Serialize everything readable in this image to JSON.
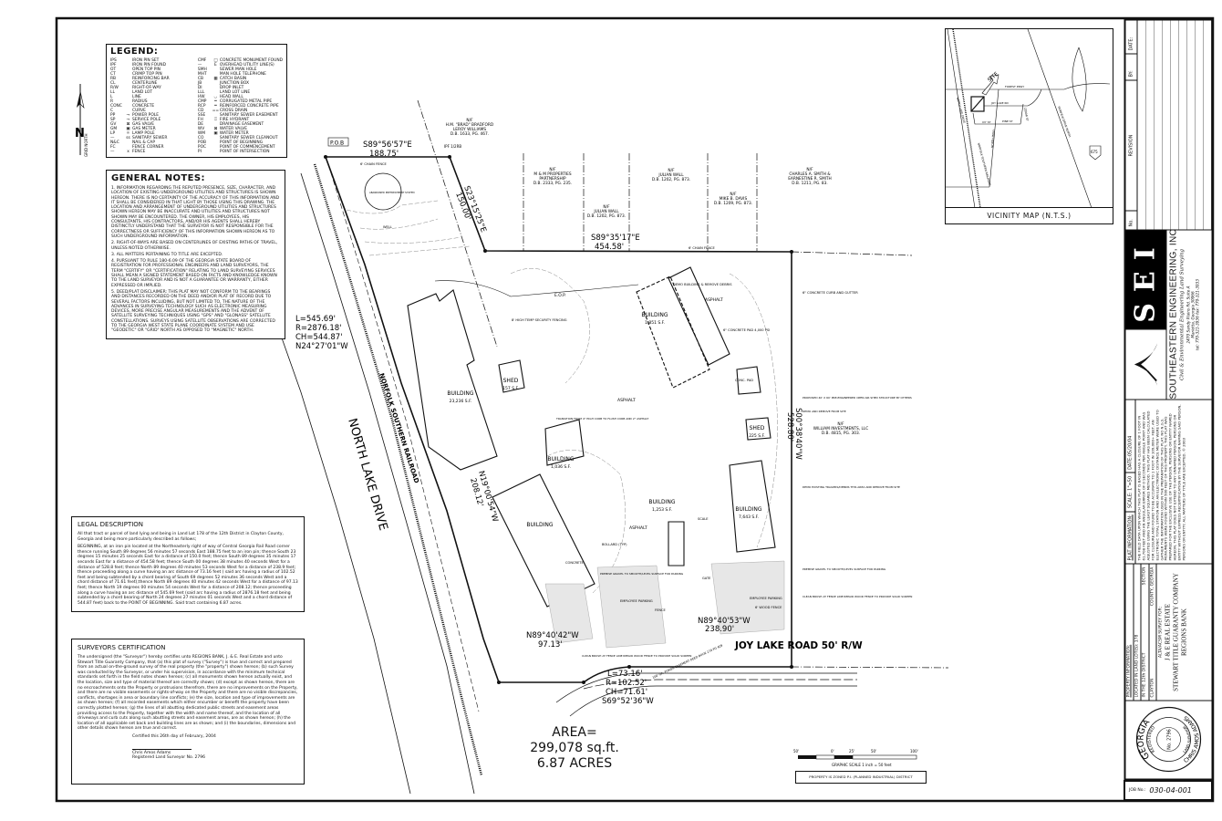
{
  "legend": {
    "title": "LEGEND:",
    "left": [
      [
        "IPS",
        "",
        "IRON PIN SET"
      ],
      [
        "IPF",
        "",
        "IRON PIN FOUND"
      ],
      [
        "OT",
        "",
        "OPEN TOP PIN"
      ],
      [
        "CT",
        "",
        "CRIMP TOP PIN"
      ],
      [
        "RB",
        "",
        "REINFORCING BAR"
      ],
      [
        "CL",
        "",
        "CENTERLINE"
      ],
      [
        "R/W",
        "",
        "RIGHT-OF-WAY"
      ],
      [
        "LL",
        "",
        "LAND LOT"
      ],
      [
        "L",
        "",
        "LINE"
      ],
      [
        "R",
        "",
        "RADIUS"
      ],
      [
        "CONC",
        "",
        "CONCRETE"
      ],
      [
        "C",
        "",
        "CURVE"
      ],
      [
        "PP",
        "⊸",
        "POWER POLE"
      ],
      [
        "SP",
        "⊸",
        "SERVICE POLE"
      ],
      [
        "GV",
        "⊠",
        "GAS VALVE"
      ],
      [
        "GM",
        "▣",
        "GAS METER"
      ],
      [
        "LP",
        "☼",
        "LAMP POLE"
      ],
      [
        "—",
        "ss",
        "SANITARY SEWER"
      ],
      [
        "N&C",
        "",
        "NAIL & CAP"
      ],
      [
        "FC",
        "",
        "FENCE CORNER"
      ],
      [
        "—",
        "x",
        "FENCE"
      ]
    ],
    "right": [
      [
        "CMF",
        "□",
        "CONCRETE MONUMENT FOUND"
      ],
      [
        "—",
        "E",
        "OVERHEAD UTILITY LINE(S)"
      ],
      [
        "SMH",
        "",
        "SEWER MAN HOLE"
      ],
      [
        "MHT",
        "",
        "MAN HOLE TELEPHONE"
      ],
      [
        "CB",
        "▦",
        "CATCH BASIN"
      ],
      [
        "JB",
        "",
        "JUNCTION BOX"
      ],
      [
        "DI",
        "",
        "DROP INLET"
      ],
      [
        "LLL",
        "",
        "LAND LOT LINE"
      ],
      [
        "HW",
        "◡",
        "HEAD WALL"
      ],
      [
        "CMP",
        "═",
        "CORRUGATED METAL PIPE"
      ],
      [
        "RCP",
        "═",
        "REINFORCED CONCRETE PIPE"
      ],
      [
        "CD",
        "==",
        "CROSS DRAIN"
      ],
      [
        "SSE",
        "",
        "SANITARY SEWER EASEMENT"
      ],
      [
        "FH",
        "♖",
        "FIRE HYDRANT"
      ],
      [
        "DE",
        "",
        "DRAINAGE EASEMENT"
      ],
      [
        "WV",
        "⊠",
        "WATER VALVE"
      ],
      [
        "WM",
        "▣",
        "WATER METER"
      ],
      [
        "CO",
        "",
        "SANITARY SEWER CLEANOUT"
      ],
      [
        "POB",
        "",
        "POINT OF BEGINNING"
      ],
      [
        "POC",
        "",
        "POINT OF COMMENCEMENT"
      ],
      [
        "PI",
        "",
        "POINT OF INTERSECTION"
      ]
    ]
  },
  "north_arrow": {
    "label": "N",
    "sub": "GRID NORTH"
  },
  "general_notes": {
    "title": "GENERAL NOTES:",
    "items": [
      "1. Information regarding the reputed presence, size, character, and location of existing underground utilities and structures is shown hereon. There is no certainty of the accuracy of this information and it shall be considered in that light by those using this drawing. The location and arrangement of underground utilities and structures shown hereon may be inaccurate and utilities and structures not shown may be encountered. The owner, his employees, his consultants, his contractors, and/or his agents shall hereby distinctly understand that the surveyor is not responsible for the correctness or sufficiency of this information shown hereon as to such underground information.",
      "2. Right-of-ways are based on centerlines of existing paths of travel, unless noted otherwise.",
      "3. All matters pertaining to title are excepted.",
      "4. Pursuant to rule 180-6.09 of the Georgia State Board of Registration for Professional Engineers and Land Surveyors, the term \"certify\" or \"certification\" relating to land surveying services shall mean a signed statement based on facts and knowledge known to the land surveyor and is not a guarantee or warranty, either expressed or implied.",
      "5. Deed/plat disclaimer: This plat may not conform to the bearings and distances recorded on the deed and/or plat of record due to several factors including, but not limited to, the nature of the advances in surveying technology such as electronic measuring devices, more precise angular measurements and the advent of satellite surveying techniques using \"GPS\" and \"GLONASS\" satellite constellations. Surveys using satellite observations are corrected to the Georgia West State Plane Coordinate System and use \"geodetic\" or \"grid\" north as opposed to \"magnetic\" north."
    ]
  },
  "legal_description": {
    "title": "LEGAL DESCRIPTION",
    "p1": "All that tract or parcel of land lying and being in Land Lot 178 of the 12th District in Clayton County, Georgia and being more particularly described as follows;",
    "p2": "BEGINNING, at an iron pin located at the Northeasterly right of way of Central Georgia Rail Road corner thence running South 89 degrees 56 minutes 57 seconds East 188.75 feet to an iron pin; thence South 23 degrees 15 minutes 25 seconds East for a distance of 150.0 feet; thence South 89 degrees 35 minutes 17 seconds East for a distance of 454.58 feet; thence South 00 degrees 38 minutes 40 seconds West for a distance of 528.8 feet; thence North 89 degrees 40 minutes 53 seconds West for a distance of 238.9 feet; thence proceeding along a curve having an arc distance of 73.16 feet ( said arc having a radius of 102.52 feet and being subtended by a chord bearing of South 69 degrees 52 minutes 36 seconds West and a chord distance of 71.61 feet);thence North 89 degrees 40 minutes 42 seconds West for a distance of 97.13 feet; thence North 19 degrees 00 minutes 54 seconds West for a distance of 208.12; thence proceeding along a curve having an arc distance of 545.69 feet (said arc having a radius of 2876.18 feet and being subtended by a chord bearing of North 24 degrees 27 minutes 01 seconds West and a chord distance of 544.87 feet) back to the POINT OF BEGINNING. Said tract containing 6.87 acres."
  },
  "surveyor_certification": {
    "title": "SURVEYORS CERTIFICATION",
    "body": "The undersigned (the \"Surveyor\") hereby certifies unto REGIONS BANK, J. & E. Real Estate and unto Stewart Title Guaranty Company, that (a) this plat of survey (\"Survey\") is true and correct and prepared from an actual on-the-ground survey of the real property (the \"property\") shown hereon; (b) such Survey was conducted by the Surveyor, or under his supervision, in accordance with the minimum technical standards set forth in the field notes shown hereon; (c) all monuments shown hereon actually exist, and the location, size and type of material thereof are correctly shown; (d) except as shown hereon, there are no encroachments onto the Property or protrusions therefrom, there are no improvements on the Property, and there are no visible easements or rights-of-way on the Property and there are no visible discrepancies, conflicts, shortages in area or boundary line conflicts; (e) the size, location and type of improvements are as shown hereon; (f) all recorded easements which either encumber or benefit the property have been correctly plotted hereon; (g) the lines of all abutting dedicated public streets and easement areas providing access to the Property, together with the width and name thereof, and the location of all driveways and curb cuts along such abutting streets and easement areas, are as shown hereon; (h) the location of all applicable set back and building lines are as shown; and (i) the boundaries, dimensions and other details shown hereon are true and correct.",
    "certified": "Certified this 26th day of February, 2004",
    "name": "Chris Amos Adams",
    "registration": "Registered Land Surveyor No. 2796"
  },
  "plan": {
    "pob": "P.O.B",
    "ipf": "IPF 1/2RB",
    "b1_bearing": "S89°56'57\"E",
    "b1_dist": "188.75'",
    "b2_bearing": "S23°15'25\"E",
    "b2_dist": "150.00'",
    "b3_bearing": "S89°35'17\"E",
    "b3_dist": "454.58'",
    "b4_bearing": "S00°38'40\"W",
    "b4_dist": "528.80'",
    "b5_bearing": "N89°40'53\"W",
    "b5_dist": "238.90'",
    "b6_bearing": "N89°40'42\"W",
    "b6_dist": "97.13'",
    "b7_bearing": "N19°00'54\"W",
    "b7_dist": "208.12'",
    "curve1": [
      "L=545.69'",
      "R=2876.18'",
      "CH=544.87'",
      "N24°27'01\"W"
    ],
    "curve2": [
      "L=73.16'",
      "R=102.52'",
      "CH=71.61'",
      "S69°52'36\"W"
    ],
    "north_lake_drive": "NORTH LAKE DRIVE",
    "railroad": "NORFOLK SOUTHERN RAILROAD",
    "joy_lake_road": "JOY LAKE ROAD 50' R/W",
    "adjoiners": [
      [
        "N/F",
        "H.M. \"BRAD\" BRADFORD",
        "LEROY WILLIAMS",
        "D.B. 1633, PG. 467."
      ],
      [
        "N/F",
        "M & M PROPERTIES",
        "PARTNERSHIP",
        "D.B. 2333, PG. 235."
      ],
      [
        "N/F",
        "JULIAN WALL",
        "D.B. 1202, PG. 873."
      ],
      [
        "N/F",
        "JULIAN WALL",
        "D.B. 1202, PG. 873."
      ],
      [
        "N/F",
        "MIKE B. DAVIS",
        "D.B. 1209, PG. 873."
      ],
      [
        "N/F",
        "CHARLES A. SMITH &",
        "EARNESTINE R. SMITH",
        "D.B. 1211, PG. 83."
      ],
      [
        "N/F",
        "WILLIAM INVESTMENTS, LLC",
        "D.B. 4815, PG. 303."
      ]
    ],
    "buildings": [
      [
        "BUILDING",
        "23,236 S.F."
      ],
      [
        "BUILDING",
        "1,851 S.F."
      ],
      [
        "SHED",
        "157 S.F."
      ],
      [
        "BUILDING",
        "1,036 S.F."
      ],
      [
        "BUILDING",
        ""
      ],
      [
        "BUILDING",
        "1,253 S.F."
      ],
      [
        "BUILDING",
        "7,643 S.F."
      ],
      [
        "SHED",
        "225 S.F."
      ]
    ],
    "notes": {
      "chain_fence": "6' CHAIN FENCE",
      "abandoned": "ABANDONED PRETREATMENT SYSTEM",
      "well": "WELL",
      "eop": "E.O.P.",
      "security": "8' HIGH TEMP SECURITY FENCING",
      "demo1": "DEMO BUILDING & REMOVE DEBRIS",
      "asphalt": "ASPHALT",
      "pad": "6\" CONCRETE PAD 4,000 PSI",
      "curb": "6\" CONCRETE CURB AND GUTTER",
      "conc_pad": "CONC. PAD",
      "shed_new": "PROPOSED 40' X 60' PRE-ENGINEERED OPEN AIR SHED STRUCTURE BY OTHERS",
      "demo2": "DEMO AND REMOVE FROM SITE",
      "transition": "TRANSITION FROM 4\" HIGH CURB TO FLUSH CURB AND 2\" ASPHALT",
      "concrete": "CONCRETE",
      "bollard": "BOLLARD (TYP)",
      "gravel1": "PREMISE GRAVEL TO SMOOTH/LEVEL SURFACE FOR PARKING",
      "gravel2": "PREMISE GRAVEL TO SMOOTH/LEVEL SURFACE FOR PARKING",
      "employee": "EMPLOYEE PARKING",
      "fence": "FENCE",
      "wood_fence": "6' WOOD FENCE",
      "demo3": "DEMO EXISTING TRAILERS/DEBRIS THIS AREA AND REMOVE FROM SITE",
      "clean_brush": "CLEAN BRUSH AT FENCE LINE REPAIR WOOD FENCE TO PROVIDE SOLID SCREEN",
      "power_easement": "100' GA. POWER EASEMENT DEED BOOK 279 PG 409",
      "gate": "GATE",
      "scale": "SCALE"
    }
  },
  "area": {
    "label": "AREA=",
    "sqft": "299,078 sq.ft.",
    "acres": "6.87 ACRES"
  },
  "zoning": "PROPERTY IS ZONED P.I. (PLANNED INDUSTRIAL) DISTRICT",
  "scale_bar": {
    "ticks": [
      "50'",
      "0'",
      "25'",
      "50'",
      "100'"
    ],
    "label": "GRAPHIC SCALE 1 inch = 50 feet"
  },
  "vicinity_map": {
    "caption": "VICINITY MAP (N.T.S.)",
    "site": "SITE",
    "roads": [
      "FOREST PKWY",
      "JOY LAKE RD",
      "IVY ST",
      "PINE ST",
      "NORTH LAKE DRIVE",
      "NORFOLK SOUTHERN RAILROAD",
      "NORTH PKWY",
      "FAIRVIEW DRIVE NORTH",
      "CEDAR ST"
    ],
    "interstate": "675"
  },
  "title_block": {
    "revision": {
      "no": "No.",
      "revision": "REVISION",
      "by": "BY:",
      "date": "DATE:"
    },
    "company": {
      "initials": "SEI",
      "name": "SOUTHEASTERN ENGINEERING, INC.",
      "services": "Civil & Environmental Engineering  Land Surveying",
      "address1": "2470 Sandy Plains Rd. Suite A",
      "address2": "Marietta, Georgia   30066",
      "phone": "tel: 770-321-3936  fax: 770-321-3933"
    },
    "plat_info": {
      "header": "PLAT INFORMATION:",
      "scale": "SCALE: 1\"=50",
      "date": "DATE:05/20/04",
      "text": "The field data upon which this plat is based has a closure of 1 foot in 61,708 feet and an angular error of 0 seconds per angle point and was adjusted using the least squares method. This plat has been calculated for closure and found to be accurate to 1 foot in 109,000+ feet. An electronic total station and an electronic distance meter were used to gather the information used in the preparation of this plat. No N.G.S. monuments were found within 500 feet of this property. This plat was prepared for the exclusive use of the person, persons or entity named hereon. This plat does not extend to any unnamed person, persons or entity without express recertification by the surveyor naming said person, persons or entity. All matters of title are excepted.  © 2003"
    },
    "property_info": {
      "header": "PROPERTY INFORMATION:",
      "land_lot": "LOCATED IN LAND LOT(S): 178",
      "district": "IN THE 12th DISTRICT",
      "section": "SECTION",
      "county": "CLAYTON",
      "state": "COUNTY, GEORGIA",
      "survey_for": "ALTA/ACSM SURVEY FOR:",
      "client1": "J & E REAL ESTATE",
      "client2": "STEWART TITLE GUARANTY COMPANY",
      "client3": "REGIONS BANK"
    },
    "seal": {
      "state": "GEORGIA",
      "registered": "REGISTERED",
      "no": "No. 2796",
      "land_surveyor": "LAND SURVEYOR",
      "name": "CHRIS AMOS ADAMS"
    },
    "job_no_label": "JOB No.:",
    "job_no": "030-04-001"
  }
}
